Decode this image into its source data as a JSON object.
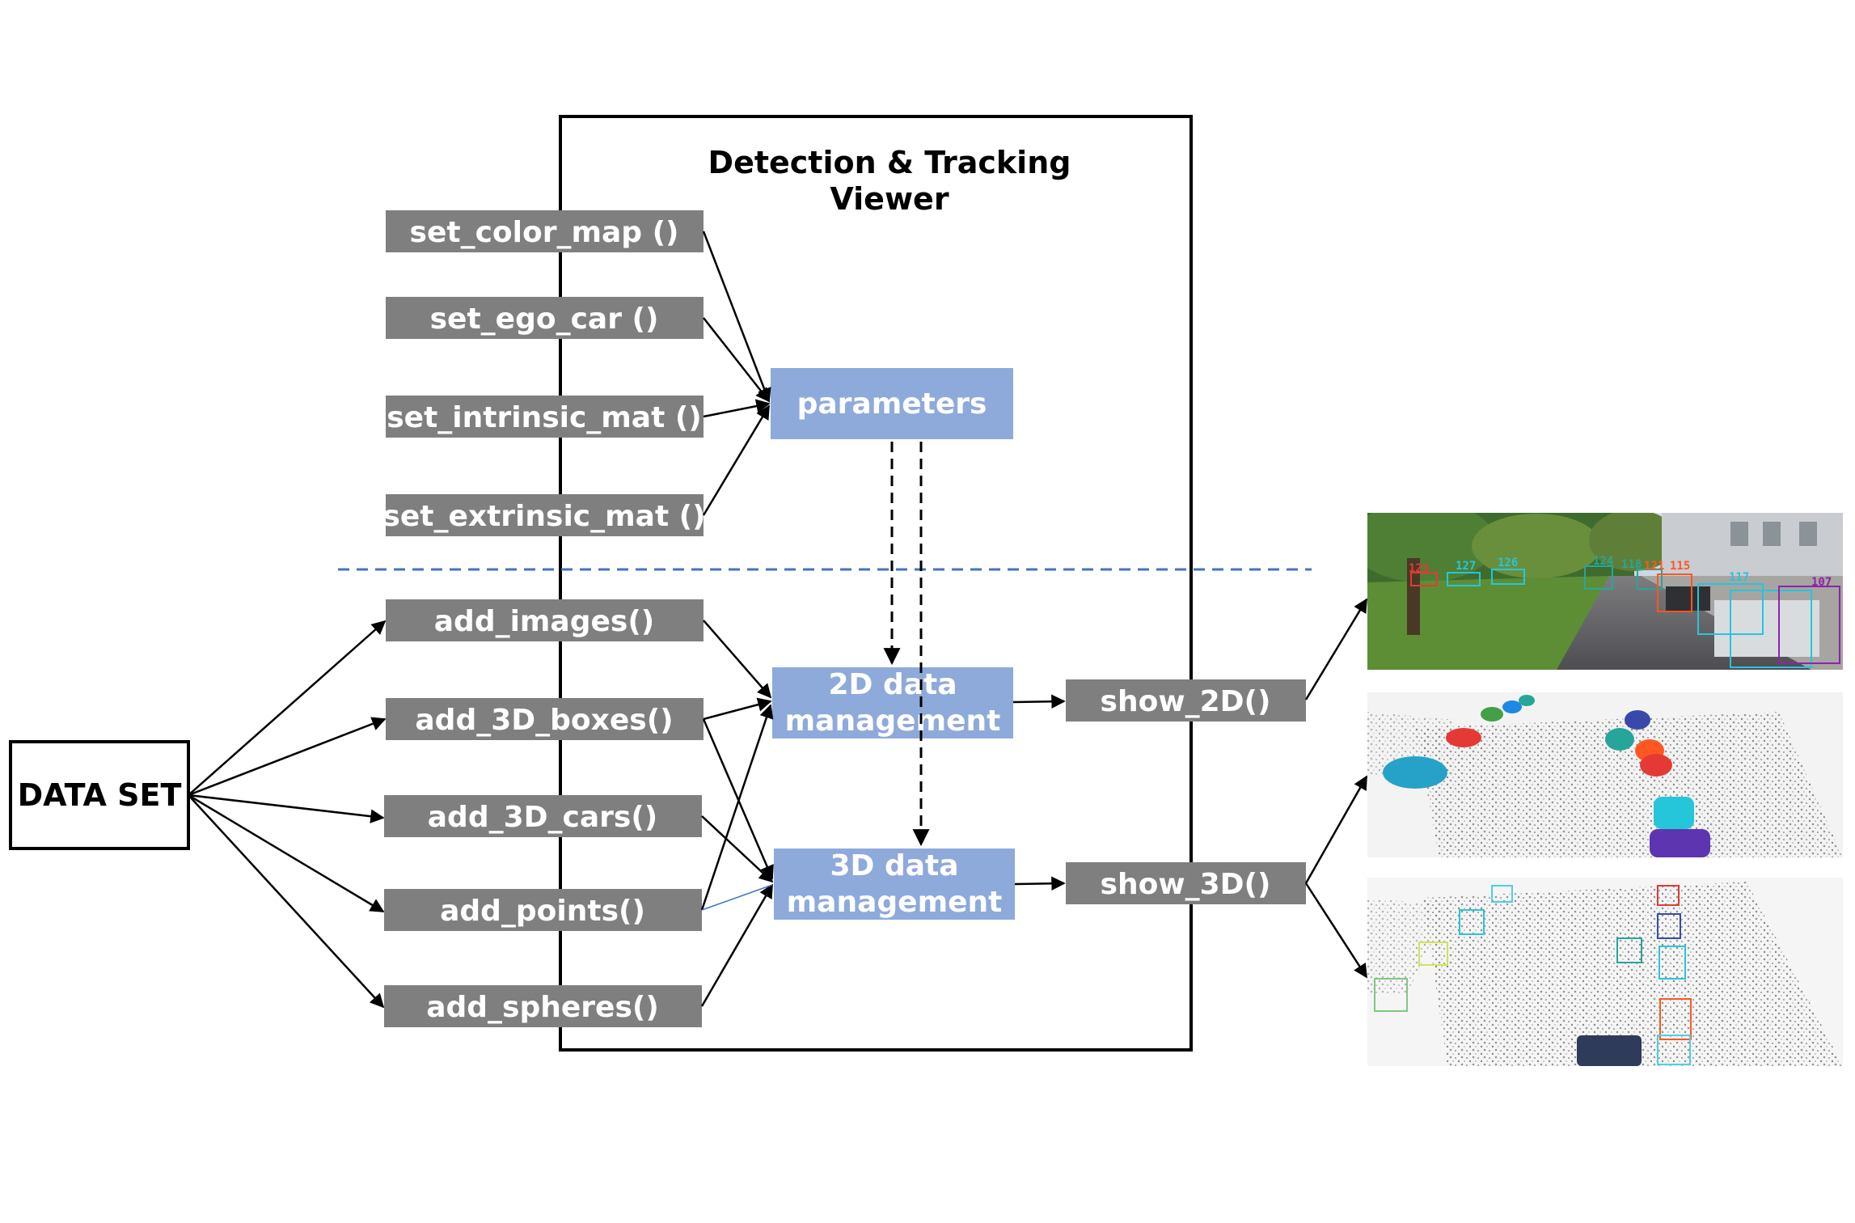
{
  "viewer": {
    "title_line1": "Detection & Tracking",
    "title_line2": "Viewer"
  },
  "dataset": {
    "label": "DATA SET"
  },
  "parameter_functions": [
    "set_color_map ()",
    "set_ego_car ()",
    "set_intrinsic_mat ()",
    "set_extrinsic_mat ()"
  ],
  "data_functions": [
    "add_images()",
    "add_3D_boxes()",
    "add_3D_cars()",
    "add_points()",
    "add_spheres()"
  ],
  "modules": {
    "parameters": "parameters",
    "data_2d_line1": "2D data",
    "data_2d_line2": "management",
    "data_3d_line1": "3D data",
    "data_3d_line2": "management"
  },
  "outputs": {
    "show_2d": "show_2D()",
    "show_3d": "show_3D()"
  },
  "thumbnails": {
    "camera_track_ids": [
      "123",
      "127",
      "126",
      "124",
      "118",
      "121",
      "115",
      "117",
      "107"
    ]
  },
  "colors": {
    "function_box": "#7f7f7f",
    "module_box": "#8eaadb",
    "separator": "#4472c4",
    "frame": "#000000"
  }
}
